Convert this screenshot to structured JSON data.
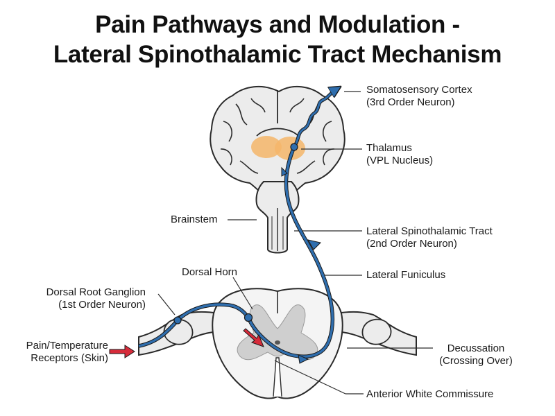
{
  "title": {
    "line1": "Pain Pathways and Modulation -",
    "line2": "Lateral Spinothalamic Tract Mechanism"
  },
  "labels": {
    "somatosensory_cortex": {
      "line1": "Somatosensory Cortex",
      "line2": "(3rd Order Neuron)"
    },
    "thalamus": {
      "line1": "Thalamus",
      "line2": "(VPL Nucleus)"
    },
    "brainstem": {
      "line1": "Brainstem"
    },
    "lateral_spinothalamic_tract": {
      "line1": "Lateral Spinothalamic Tract",
      "line2": "(2nd Order Neuron)"
    },
    "lateral_funiculus": {
      "line1": "Lateral Funiculus"
    },
    "dorsal_horn": {
      "line1": "Dorsal Horn"
    },
    "dorsal_root_ganglion": {
      "line1": "Dorsal Root Ganglion",
      "line2": "(1st Order Neuron)"
    },
    "pain_receptors": {
      "line1": "Pain/Temperature",
      "line2": "Receptors (Skin)"
    },
    "decussation": {
      "line1": "Decussation",
      "line2": "(Crossing Over)"
    },
    "anterior_white_commissure": {
      "line1": "Anterior White Commissure"
    }
  },
  "colors": {
    "pathway_blue": "#2f6eae",
    "stimulus_red": "#d62b3a",
    "thalamus_orange": "#f5b66a",
    "tissue_gray": "#ececec",
    "gray_matter": "#cfcfcf",
    "outline": "#2a2a2a"
  }
}
